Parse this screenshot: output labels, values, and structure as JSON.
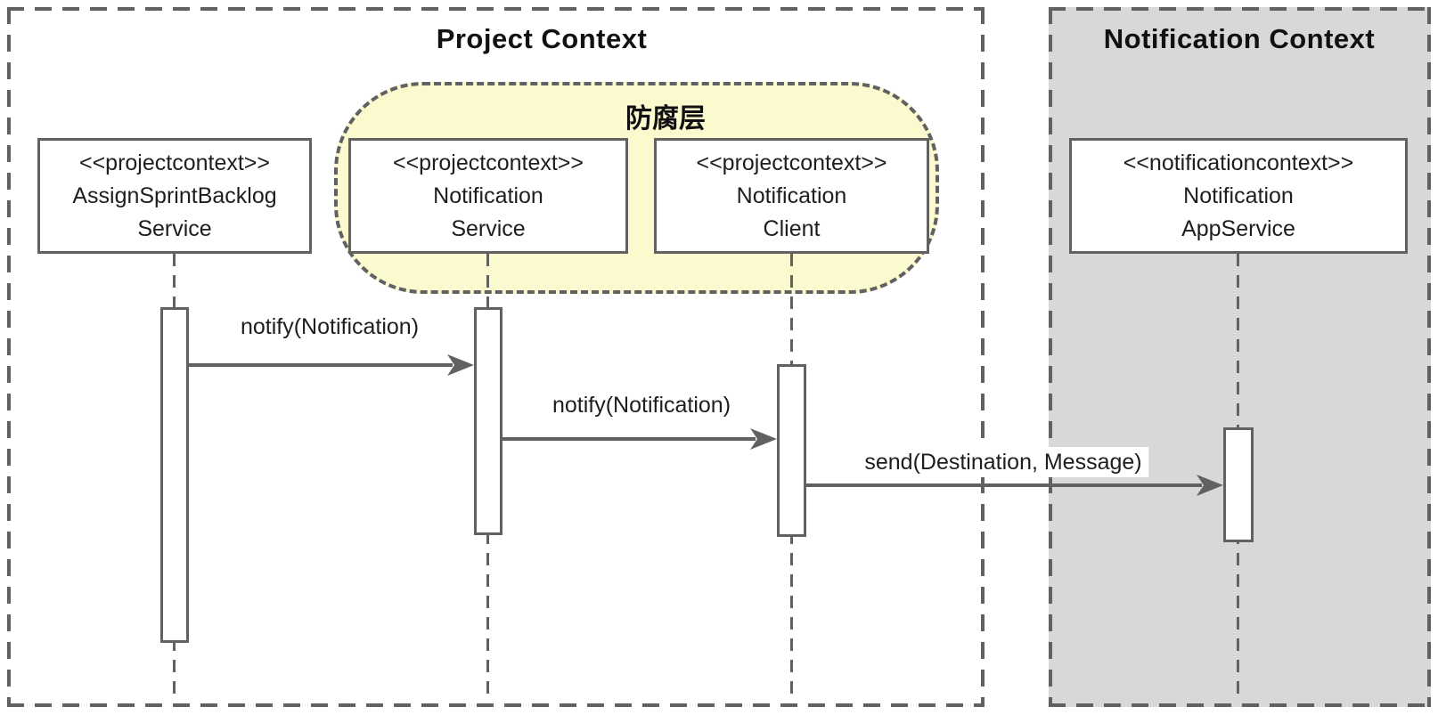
{
  "contexts": [
    {
      "title": "Project Context",
      "fill": "#FFFFFF"
    },
    {
      "title": "Notification Context",
      "fill": "#D8D8D8"
    }
  ],
  "anti_corruption_layer": {
    "title": "防腐层",
    "fill": "#FBF9CE"
  },
  "participants": [
    {
      "lines": [
        "<<projectcontext>>",
        "AssignSprintBacklog",
        "Service"
      ],
      "context": "Project Context",
      "in_acl": false
    },
    {
      "lines": [
        "<<projectcontext>>",
        "Notification",
        "Service"
      ],
      "context": "Project Context",
      "in_acl": true
    },
    {
      "lines": [
        "<<projectcontext>>",
        "Notification",
        "Client"
      ],
      "context": "Project Context",
      "in_acl": true
    },
    {
      "lines": [
        "<<notificationcontext>>",
        "Notification",
        "AppService"
      ],
      "context": "Notification Context",
      "in_acl": false
    }
  ],
  "messages": [
    {
      "label": "notify(Notification)",
      "from": "AssignSprintBacklogService",
      "to": "NotificationService"
    },
    {
      "label": "notify(Notification)",
      "from": "NotificationService",
      "to": "NotificationClient"
    },
    {
      "label": "send(Destination, Message)",
      "from": "NotificationClient",
      "to": "NotificationAppService"
    }
  ],
  "colors": {
    "stroke": "#616161",
    "text": "#1E1E1E",
    "acl_fill": "#FBF9CE",
    "notification_context_fill": "#D8D8D8"
  }
}
